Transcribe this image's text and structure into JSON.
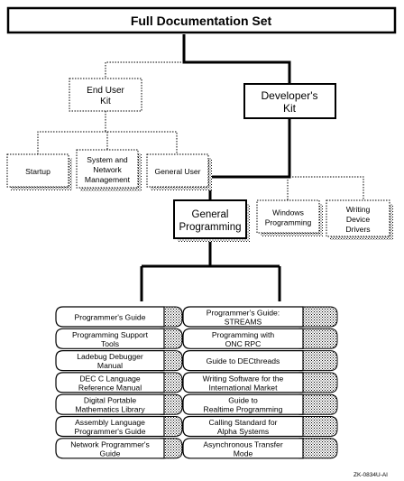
{
  "diagram": {
    "root": [
      "Full Documentation Set"
    ],
    "end_user_kit": [
      "End User",
      "Kit"
    ],
    "developers_kit": [
      "Developer's",
      "Kit"
    ],
    "end_user_children": [
      [
        "Startup"
      ],
      [
        "System and",
        "Network",
        "Management"
      ],
      [
        "General User"
      ]
    ],
    "developer_children": [
      [
        "General",
        "Programming"
      ],
      [
        "Windows",
        "Programming"
      ],
      [
        "Writing",
        "Device",
        "Drivers"
      ]
    ],
    "books_left": [
      [
        "Programmer's Guide"
      ],
      [
        "Programming Support",
        "Tools"
      ],
      [
        "Ladebug Debugger",
        "Manual"
      ],
      [
        "DEC C Language",
        "Reference Manual"
      ],
      [
        "Digital Portable",
        "Mathematics Library"
      ],
      [
        "Assembly Language",
        "Programmer's Guide"
      ],
      [
        "Network Programmer's",
        "Guide"
      ]
    ],
    "books_right": [
      [
        "Programmer's Guide:",
        "STREAMS"
      ],
      [
        "Programming with",
        "ONC RPC"
      ],
      [
        "Guide to DECthreads"
      ],
      [
        "Writing Software for the",
        "International Market"
      ],
      [
        "Guide to",
        "Realtime Programming"
      ],
      [
        "Calling Standard for",
        "Alpha Systems"
      ],
      [
        "Asynchronous Transfer",
        "Mode"
      ]
    ],
    "figure_code": "ZK-0834U-AI"
  }
}
